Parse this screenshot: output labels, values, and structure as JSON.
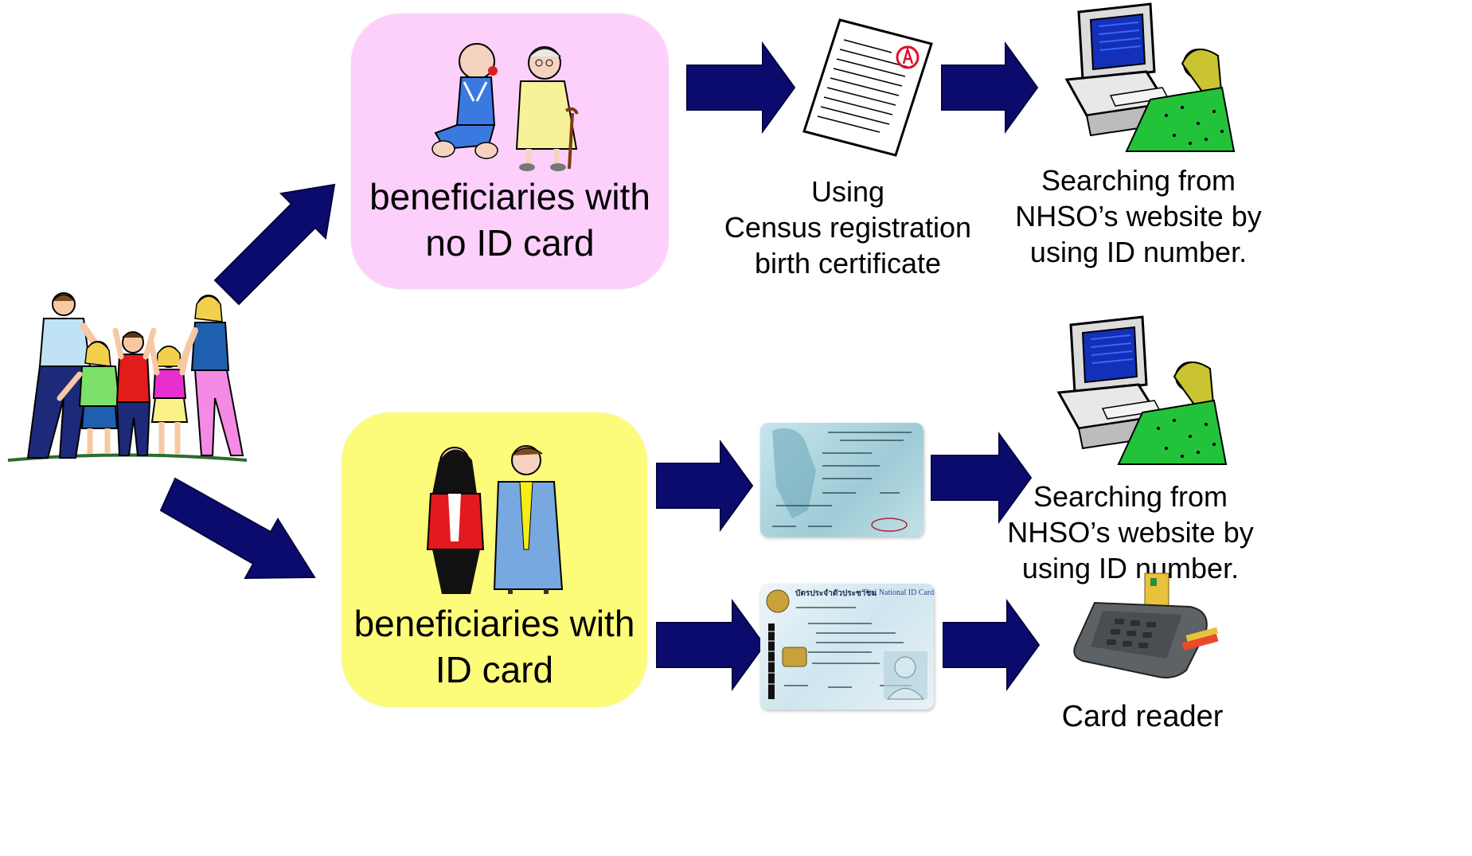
{
  "colors": {
    "arrow": "#0b0b6e",
    "box_no_id": "#fdd0fb",
    "box_with_id": "#fdfb7a"
  },
  "family": {
    "icon": "family-group-icon"
  },
  "no_id_box": {
    "label": "beneficiaries with\nno ID card",
    "icon": "baby-and-elderly-icon"
  },
  "with_id_box": {
    "label": "beneficiaries with\nID card",
    "icon": "man-and-woman-icon"
  },
  "top_row": {
    "document_caption": "Using\nCensus registration\nbirth certificate",
    "document_icon": "birth-certificate-icon",
    "website_caption": "Searching from\nNHSO’s website by\nusing ID number.",
    "website_icon": "person-at-computer-icon"
  },
  "middle_row": {
    "card_icon": "old-id-card-icon",
    "website_caption": "Searching from\nNHSO’s website by\nusing ID number.",
    "website_icon": "person-at-computer-icon"
  },
  "bottom_row": {
    "card_icon": "smart-id-card-icon",
    "card_title_th": "บัตรประจำตัวประชาชน",
    "card_title_en": "Thai National ID Card",
    "reader_caption": "Card reader",
    "reader_icon": "card-reader-icon"
  }
}
